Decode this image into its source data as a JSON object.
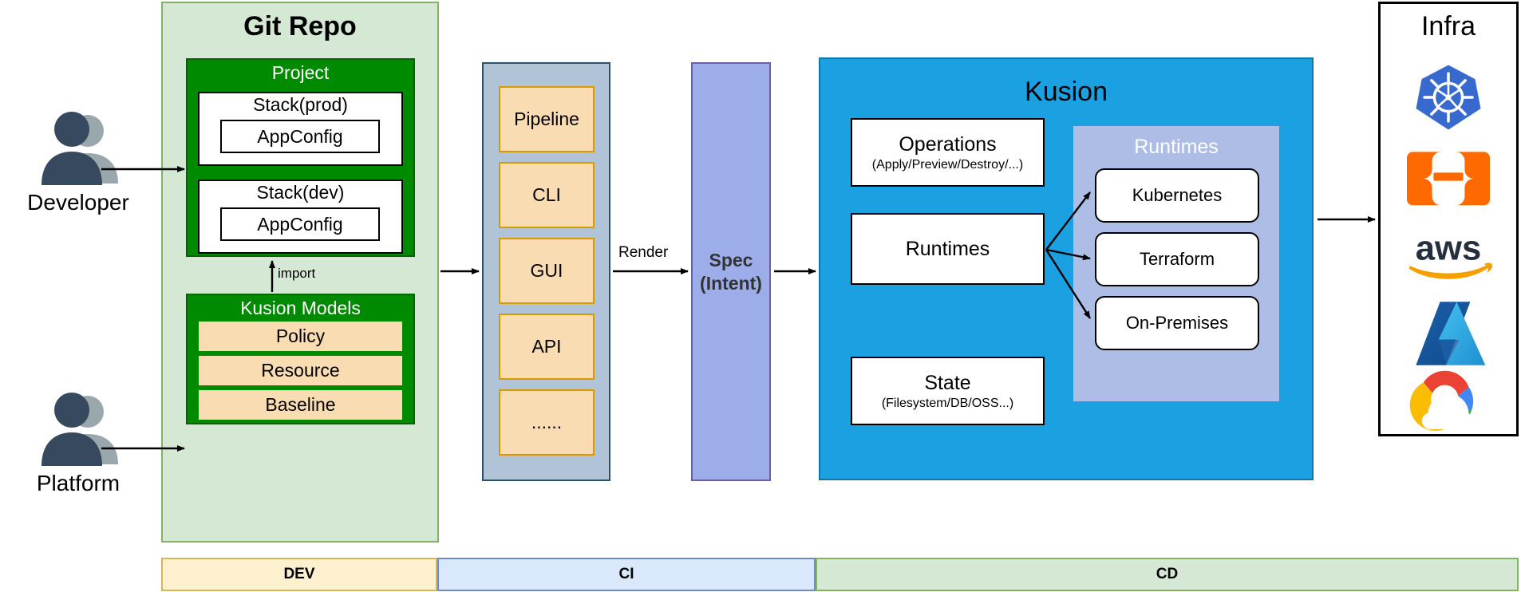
{
  "actors": [
    {
      "icon": "users-group-icon",
      "label": "Developer"
    },
    {
      "icon": "users-group-icon",
      "label": "Platform"
    }
  ],
  "git_repo": {
    "title": "Git Repo",
    "project": {
      "title": "Project",
      "stacks": [
        {
          "title": "Stack(prod)",
          "config": "AppConfig"
        },
        {
          "title": "Stack(dev)",
          "config": "AppConfig"
        }
      ]
    },
    "import_label": "import",
    "kusion_models": {
      "title": "Kusion Models",
      "items": [
        "Policy",
        "Resource",
        "Baseline"
      ]
    }
  },
  "interfaces": {
    "items": [
      "Pipeline",
      "CLI",
      "GUI",
      "API",
      "......"
    ]
  },
  "render_label": "Render",
  "spec": {
    "line1": "Spec",
    "line2": "(Intent)"
  },
  "kusion": {
    "title": "Kusion",
    "blocks": [
      {
        "name": "Operations",
        "sub": "(Apply/Preview/Destroy/...)"
      },
      {
        "name": "Runtimes",
        "sub": ""
      },
      {
        "name": "State",
        "sub": "(Filesystem/DB/OSS...)"
      }
    ],
    "runtimes_panel": {
      "title": "Runtimes",
      "items": [
        "Kubernetes",
        "Terraform",
        "On-Premises"
      ]
    }
  },
  "infra": {
    "title": "Infra",
    "logos": [
      {
        "name": "kubernetes-logo",
        "label": "Kubernetes"
      },
      {
        "name": "openshift-logo",
        "label": "OpenShift"
      },
      {
        "name": "aws-logo",
        "label": "AWS"
      },
      {
        "name": "azure-logo",
        "label": "Azure"
      },
      {
        "name": "google-cloud-logo",
        "label": "Google Cloud"
      }
    ]
  },
  "phases": [
    {
      "label": "DEV"
    },
    {
      "label": "CI"
    },
    {
      "label": "CD"
    }
  ],
  "colors": {
    "git_repo_fill": "#d5e8d4",
    "git_repo_stroke": "#82b366",
    "project_fill": "#008a00",
    "peach_fill": "#fadcb3",
    "peach_stroke": "#d79b00",
    "interfaces_fill": "#b1c4d7",
    "spec_fill": "#9cadea",
    "kusion_fill": "#1ba1e2",
    "runtimes_panel_fill": "#adbde5",
    "dev_fill": "#fdf0ce",
    "ci_fill": "#dae8fc",
    "cd_fill": "#d5e8d4"
  }
}
